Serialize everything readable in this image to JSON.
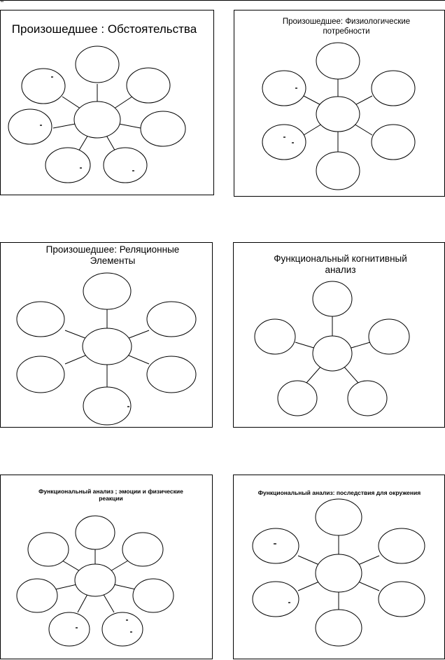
{
  "corner_mark": "а",
  "panels": [
    {
      "title_lines": [
        "Произошедшее : Обстоятельства"
      ]
    },
    {
      "title_lines": [
        "Произошедшее: Физиологические",
        "потребности"
      ]
    },
    {
      "title_lines": [
        "Произошедшее: Реляционные",
        "Элементы"
      ]
    },
    {
      "title_lines": [
        "Функциональный когнитивный",
        "анализ"
      ]
    },
    {
      "title_lines": [
        "Функциональный анализ ;  эмоции и физические",
        "реакции"
      ]
    },
    {
      "title_lines": [
        "Функциональный анализ: последствия для окружения"
      ]
    }
  ]
}
